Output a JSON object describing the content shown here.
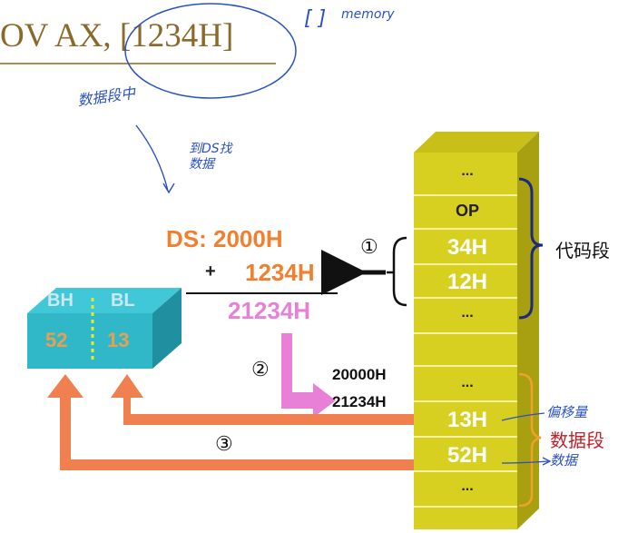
{
  "title": "OV AX, [1234H]",
  "notes": {
    "bracket": "[ ]",
    "memory": "memory",
    "ds_mid": "数据段中",
    "find": "到DS找\n数据",
    "offset": "偏移量",
    "data_addr": "数据"
  },
  "ds_calc": {
    "ds_line": "DS: 2000H",
    "plus": "+",
    "offset_line": "1234H",
    "result_line": "21234H"
  },
  "addresses": {
    "base": "20000H",
    "target": "21234H"
  },
  "steps": {
    "step1": "①",
    "step2": "②",
    "step3": "③"
  },
  "register": {
    "high_name": "BH",
    "low_name": "BL",
    "high_value": "52",
    "low_value": "13"
  },
  "memory_cells": {
    "code": [
      "...",
      "OP",
      "34H",
      "12H",
      "..."
    ],
    "data": [
      "...",
      "13H",
      "52H",
      "..."
    ]
  },
  "segments": {
    "code": "代码段",
    "data": "数据段"
  },
  "colors": {
    "column": "#d8d020",
    "column_side": "#b8b010",
    "register": "#30b8c8",
    "arrow_orange": "#f08050",
    "arrow_pink": "#e880d8",
    "bracket_orange": "#f0a030",
    "brace_blue": "#1a2a80"
  }
}
